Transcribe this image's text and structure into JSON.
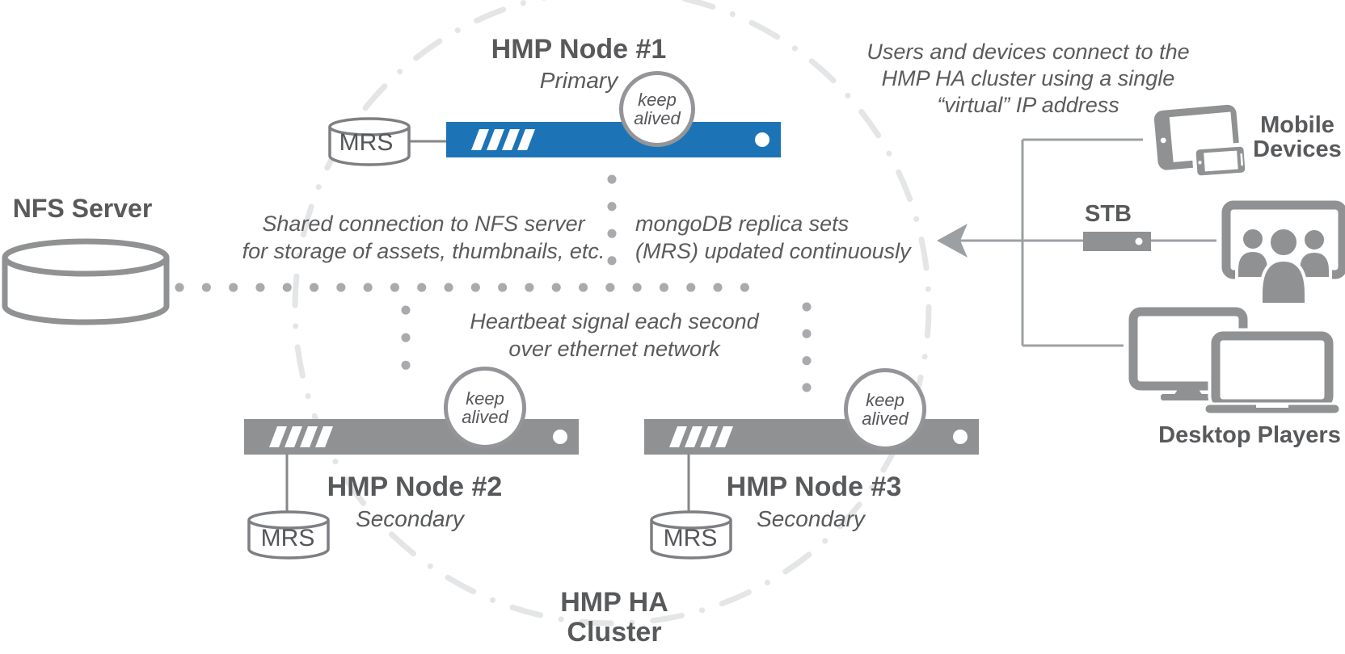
{
  "page": {
    "nfs_label": "NFS Server",
    "cluster": [
      "HMP HA",
      "Cluster"
    ],
    "badge": [
      "keep",
      "alived"
    ],
    "nodes": {
      "node1": {
        "title": "HMP Node #1",
        "role": "Primary",
        "db": "MRS"
      },
      "node2": {
        "title": "HMP Node #2",
        "role": "Secondary",
        "db": "MRS"
      },
      "node3": {
        "title": "HMP Node #3",
        "role": "Secondary",
        "db": "MRS"
      }
    },
    "annotations": {
      "virtual_ip": [
        "Users and devices connect to the",
        "HMP HA cluster using a single",
        "“virtual” IP address"
      ],
      "shared": [
        "Shared connection to NFS server",
        "for storage of assets, thumbnails, etc."
      ],
      "mongodb": [
        "mongoDB replica sets",
        "(MRS) updated continuously"
      ],
      "heartbeat": [
        "Heartbeat signal each second",
        "over ethernet network"
      ]
    },
    "devices": {
      "mobile": [
        "Mobile",
        "Devices"
      ],
      "stb": "STB",
      "desktop": "Desktop Players"
    },
    "colors": {
      "primary_bar": "#1c74b6",
      "secondary_bar": "#8f9193",
      "icon_gray": "#8f9193",
      "text": "#58595b",
      "dots": "#a8aaad",
      "dash_circle": "#e4e5e6"
    }
  }
}
